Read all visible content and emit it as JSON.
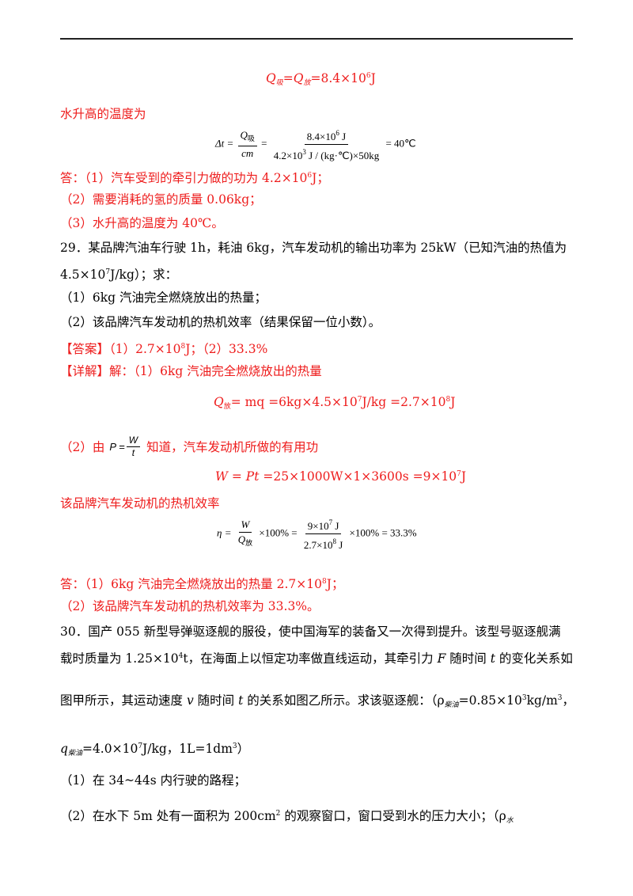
{
  "header_rule": "",
  "eq_q_absorb": {
    "q1": "Q",
    "s1": "吸",
    "eq": "=",
    "q2": "Q",
    "s2": "放",
    "val": "=8.4×10",
    "exp": "6",
    "unit": "J"
  },
  "water_temp_label": "水升高的温度为",
  "eq_delta_t": {
    "lhs": "Δt =",
    "num1": "Q",
    "num1_sub": "吸",
    "den1": "cm",
    "eq1": "=",
    "num2": "8.4×10",
    "num2_exp": "6",
    "num2_unit": " J",
    "den2": "4.2×10",
    "den2_exp": "3",
    "den2_rest": " J / (kg·℃)×50kg",
    "result": "= 40℃"
  },
  "ans28": {
    "line1_pre": "答：（1）汽车受到的牵引力做的功为 4.2×10",
    "line1_exp": "6",
    "line1_post": "J；",
    "line2": "（2）需要消耗的氢的质量 0.06kg；",
    "line3": "（3）水升高的温度为 40℃。"
  },
  "q29": {
    "line1": "29．某品牌汽油车行驶 1h，耗油 6kg，汽车发动机的输出功率为 25kW（已知汽油的热值为",
    "line2_pre": "4.5×10",
    "line2_exp": "7",
    "line2_post": "J/kg）；求：",
    "part1": "（1）6kg 汽油完全燃烧放出的热量；",
    "part2": "（2）该品牌汽车发动机的热机效率（结果保留一位小数）。",
    "answer_tag": "【答案】",
    "answer_pre": "（1）2.7×10",
    "answer_exp": "8",
    "answer_post": "J；（2）33.3%",
    "detail_tag": "【详解】",
    "detail_text": "解：（1）6kg 汽油完全燃烧放出的热量",
    "eq_q": {
      "q": "Q",
      "sub": "放",
      "rest1": "= mq =6kg×4.5×10",
      "e1": "7",
      "rest2": "J/kg =2.7×10",
      "e2": "8",
      "rest3": "J"
    },
    "part2_pre": "（2）由",
    "p_lhs": "P =",
    "p_num": "W",
    "p_den": "t",
    "part2_post": "知道，汽车发动机所做的有用功",
    "eq_w": {
      "lhs": "W = Pt",
      "rest1": " =25×1000W×1×3600s =9×10",
      "e1": "7",
      "rest2": "J"
    },
    "eff_label": "该品牌汽车发动机的热机效率",
    "eq_eta": {
      "lhs": "η =",
      "num1": "W",
      "den1": "Q",
      "den1_sub": "放",
      "mul1": "×100% =",
      "num2": "9×10",
      "num2_exp": "7",
      "num2_unit": " J",
      "den2": "2.7×10",
      "den2_exp": "8",
      "den2_unit": " J",
      "mul2": "×100% = 33.3%"
    },
    "ans_line1_pre": "答：（1）6kg 汽油完全燃烧放出的热量 2.7×10",
    "ans_line1_exp": "8",
    "ans_line1_post": "J；",
    "ans_line2": "（2）该品牌汽车发动机的热机效率为 33.3%。"
  },
  "q30": {
    "line1": "30．国产 055 新型导弹驱逐舰的服役，使中国海军的装备又一次得到提升。该型号驱逐舰满",
    "line2_pre": "载时质量为 1.25×10",
    "line2_exp": "4",
    "line2_mid": "t，在海面上以恒定功率做直线运动，其牵引力 ",
    "line2_f": "F",
    "line2_mid2": " 随时间 ",
    "line2_t": "t",
    "line2_post": " 的变化关系如",
    "line3_pre": "图甲所示，其运动速度 ",
    "line3_v": "v",
    "line3_mid": " 随时间 ",
    "line3_t": "t",
    "line3_mid2": " 的关系如图乙所示。求该驱逐舰：（ρ",
    "line3_sub": "柴油",
    "line3_val": "=0.85×10",
    "line3_exp": "3",
    "line3_post": "kg/m",
    "line3_exp2": "3",
    "line3_end": "，",
    "line4_q": "q",
    "line4_sub": "柴油",
    "line4_val": "=4.0×10",
    "line4_exp": "7",
    "line4_post": "J/kg，1L=1dm",
    "line4_exp2": "3",
    "line4_end": "）",
    "part1": "（1）在 34~44s 内行驶的路程；",
    "part2_pre": "（2）在水下 5m 处有一面积为 200cm",
    "part2_exp": "2",
    "part2_post": " 的观察窗口，窗口受到水的压力大小；（ρ",
    "part2_sub": "水"
  }
}
